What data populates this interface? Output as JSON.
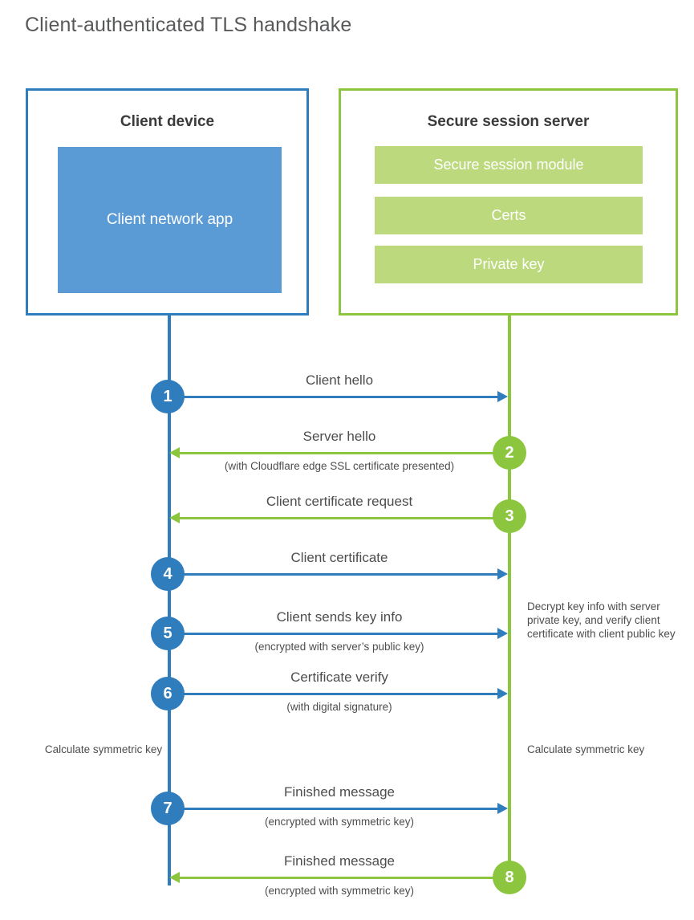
{
  "page": {
    "title": "Client-authenticated TLS handshake"
  },
  "colors": {
    "client_blue": "#2f7dbd",
    "client_app_blue": "#5b9bd5",
    "server_green": "#8cc63f",
    "server_bar_green": "#bcda7d",
    "text_gray": "#4d4d4d",
    "title_gray": "#58595b"
  },
  "client": {
    "title": "Client device",
    "app_label": "Client network app"
  },
  "server": {
    "title": "Secure session server",
    "components": [
      {
        "label": "Secure session module"
      },
      {
        "label": "Certs"
      },
      {
        "label": "Private key"
      }
    ]
  },
  "notes": {
    "decrypt": "Decrypt key info with server private key, and verify client certificate with client public key",
    "calculate_client": "Calculate symmetric key",
    "calculate_server": "Calculate symmetric key"
  },
  "steps": [
    {
      "number": "1",
      "label": "Client hello",
      "sublabel": "",
      "direction": "client-to-server",
      "color": "blue"
    },
    {
      "number": "2",
      "label": "Server hello",
      "sublabel": "(with Cloudflare edge SSL certificate presented)",
      "direction": "server-to-client",
      "color": "green"
    },
    {
      "number": "3",
      "label": "Client certificate request",
      "sublabel": "",
      "direction": "server-to-client",
      "color": "green"
    },
    {
      "number": "4",
      "label": "Client certificate",
      "sublabel": "",
      "direction": "client-to-server",
      "color": "blue"
    },
    {
      "number": "5",
      "label": "Client sends key info",
      "sublabel": "(encrypted with server’s public key)",
      "direction": "client-to-server",
      "color": "blue"
    },
    {
      "number": "6",
      "label": "Certificate verify",
      "sublabel": "(with digital signature)",
      "direction": "client-to-server",
      "color": "blue"
    },
    {
      "number": "7",
      "label": "Finished message",
      "sublabel": "(encrypted with symmetric key)",
      "direction": "client-to-server",
      "color": "blue"
    },
    {
      "number": "8",
      "label": "Finished message",
      "sublabel": "(encrypted with symmetric key)",
      "direction": "server-to-client",
      "color": "green"
    }
  ]
}
